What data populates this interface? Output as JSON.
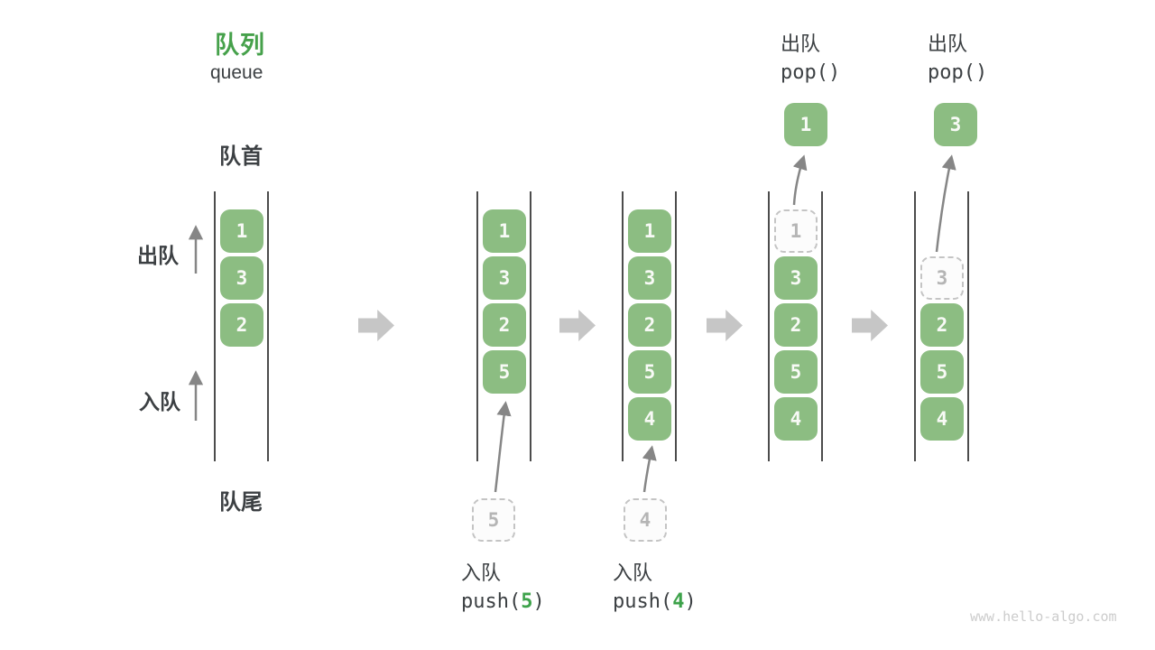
{
  "title": {
    "zh": "队列",
    "en": "queue"
  },
  "labels": {
    "front": "队首",
    "rear": "队尾",
    "dequeue_side": "出队",
    "enqueue_side": "入队"
  },
  "columns": [
    {
      "cells": [
        {
          "value": "1",
          "row": 0
        },
        {
          "value": "3",
          "row": 1
        },
        {
          "value": "2",
          "row": 2
        }
      ]
    },
    {
      "cells": [
        {
          "value": "1",
          "row": 0
        },
        {
          "value": "3",
          "row": 1
        },
        {
          "value": "2",
          "row": 2
        },
        {
          "value": "5",
          "row": 3
        }
      ]
    },
    {
      "cells": [
        {
          "value": "1",
          "row": 0
        },
        {
          "value": "3",
          "row": 1
        },
        {
          "value": "2",
          "row": 2
        },
        {
          "value": "5",
          "row": 3
        },
        {
          "value": "4",
          "row": 4
        }
      ]
    },
    {
      "cells": [
        {
          "value": "1",
          "row": 0,
          "dashed": true
        },
        {
          "value": "3",
          "row": 1
        },
        {
          "value": "2",
          "row": 2
        },
        {
          "value": "5",
          "row": 3
        },
        {
          "value": "4",
          "row": 4
        }
      ]
    },
    {
      "cells": [
        {
          "value": "3",
          "row": 1,
          "dashed": true
        },
        {
          "value": "2",
          "row": 2
        },
        {
          "value": "5",
          "row": 3
        },
        {
          "value": "4",
          "row": 4
        }
      ]
    }
  ],
  "pushes": [
    {
      "label": "入队",
      "fn": "push(",
      "arg": "5",
      "end": ")",
      "staged": "5"
    },
    {
      "label": "入队",
      "fn": "push(",
      "arg": "4",
      "end": ")",
      "staged": "4"
    }
  ],
  "pops": [
    {
      "label": "出队",
      "code": "pop()",
      "value": "1"
    },
    {
      "label": "出队",
      "code": "pop()",
      "value": "3"
    }
  ],
  "watermark": "www.hello-algo.com",
  "colors": {
    "cell_green": "#8cbd82",
    "title_green": "#46a14b",
    "accent_green": "#3da24a",
    "text_dark": "#3c4043",
    "line": "#4c4c4c",
    "arrow_gray": "#868686",
    "block_arrow": "#c6c6c6",
    "dashed_border": "#c4c4c4",
    "dashed_text": "#b5b5b5",
    "watermark": "#cccccc"
  }
}
